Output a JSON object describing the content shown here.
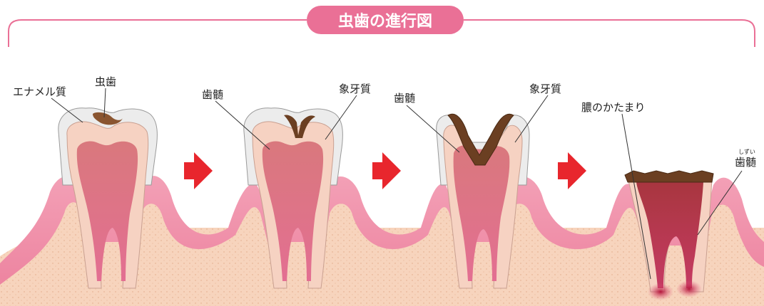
{
  "title": "虫歯の進行図",
  "colors": {
    "frame": "#ea7096",
    "title_pill": "#ea7096",
    "arrow": "#e8262d",
    "gum": "#ef8fa8",
    "bone": "#f7d2bb",
    "enamel": "#ececec",
    "dentin": "#f6d2c2",
    "pulp": "#dd7b83",
    "decay": "#6b3f22",
    "pus": "#b01e3a"
  },
  "stages": [
    {
      "labels": {
        "enamel": "エナメル質",
        "caries": "虫歯"
      }
    },
    {
      "labels": {
        "pulp": "歯髄",
        "dentin": "象牙質"
      }
    },
    {
      "labels": {
        "pulp": "歯髄",
        "dentin": "象牙質"
      }
    },
    {
      "labels": {
        "pus": "膿のかたまり",
        "pulp": "歯髄",
        "pulp_ruby": "しずい"
      }
    }
  ],
  "arrows": 3
}
